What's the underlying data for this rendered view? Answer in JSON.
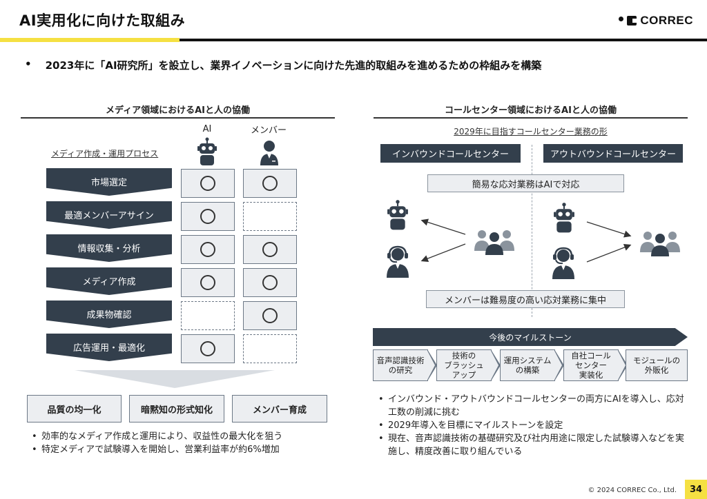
{
  "header": {
    "title": "AI実用化に向けた取組み",
    "logo_text": "CORREC"
  },
  "lead": {
    "bullet": "•",
    "text": "2023年に「AI研究所」を設立し、業界イノベーションに向けた先進的取組みを進めるための枠組みを構築"
  },
  "left": {
    "heading": "メディア領域におけるAIと人の協働",
    "col_ai": "AI",
    "col_member": "メンバー",
    "process_label": "メディア作成・運用プロセス",
    "steps": [
      {
        "label": "市場選定",
        "ai": true,
        "member": true
      },
      {
        "label": "最適メンバーアサイン",
        "ai": true,
        "member": false
      },
      {
        "label": "情報収集・分析",
        "ai": true,
        "member": true
      },
      {
        "label": "メディア作成",
        "ai": true,
        "member": true
      },
      {
        "label": "成果物確認",
        "ai": false,
        "member": true
      },
      {
        "label": "広告運用・最適化",
        "ai": true,
        "member": false
      }
    ],
    "outcomes": [
      "品質の均一化",
      "暗黙知の形式知化",
      "メンバー育成"
    ],
    "bullets": [
      "効率的なメディア作成と運用により、収益性の最大化を狙う",
      "特定メディアで試験導入を開始し、営業利益率が約6%増加"
    ]
  },
  "right": {
    "heading": "コールセンター領域におけるAIと人の協働",
    "subtitle": "2029年に目指すコールセンター業務の形",
    "inbound": "インバウンドコールセンター",
    "outbound": "アウトバウンドコールセンター",
    "simple_box": "簡易な応対業務はAIで対応",
    "member_box": "メンバーは難易度の高い応対業務に集中",
    "milestone_heading": "今後のマイルストーン",
    "milestones": [
      [
        "音声認識技術",
        "の研究"
      ],
      [
        "技術の",
        "ブラッシュ",
        "アップ"
      ],
      [
        "運用システム",
        "の構築"
      ],
      [
        "自社コール",
        "センター",
        "実装化"
      ],
      [
        "モジュールの",
        "外販化"
      ]
    ],
    "bullets": [
      "インバウンド・アウトバウンドコールセンターの両方にAIを導入し、応対工数の削減に挑む",
      "2029年導入を目標にマイルストーンを設定",
      "現在、音声認識技術の基礎研究及び社内用途に限定した試験導入などを実施し、精度改善に取り組んでいる"
    ]
  },
  "footer": {
    "copyright": "© 2024 CORREC Co., Ltd.",
    "page": "34"
  },
  "colors": {
    "navy": "#333f4c",
    "accent_yellow": "#f5e042",
    "cell_fill": "#eceef1"
  },
  "icons": [
    "robot-icon",
    "member-icon",
    "group-icon",
    "operator-icon",
    "arrow-icon"
  ]
}
